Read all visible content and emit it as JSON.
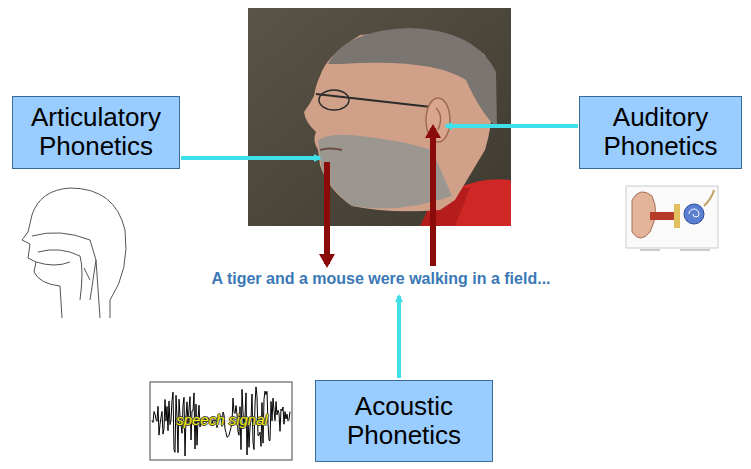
{
  "diagram": {
    "nodes": [
      {
        "text": [
          "Articulatory Phonetics"
        ]
      },
      {
        "text": [
          "Auditory Phonetics"
        ]
      },
      {
        "text": [
          "Acoustic Phonetics"
        ]
      }
    ],
    "labels": [
      "A tiger and a mouse were walking in a field...",
      "speech signal"
    ]
  }
}
